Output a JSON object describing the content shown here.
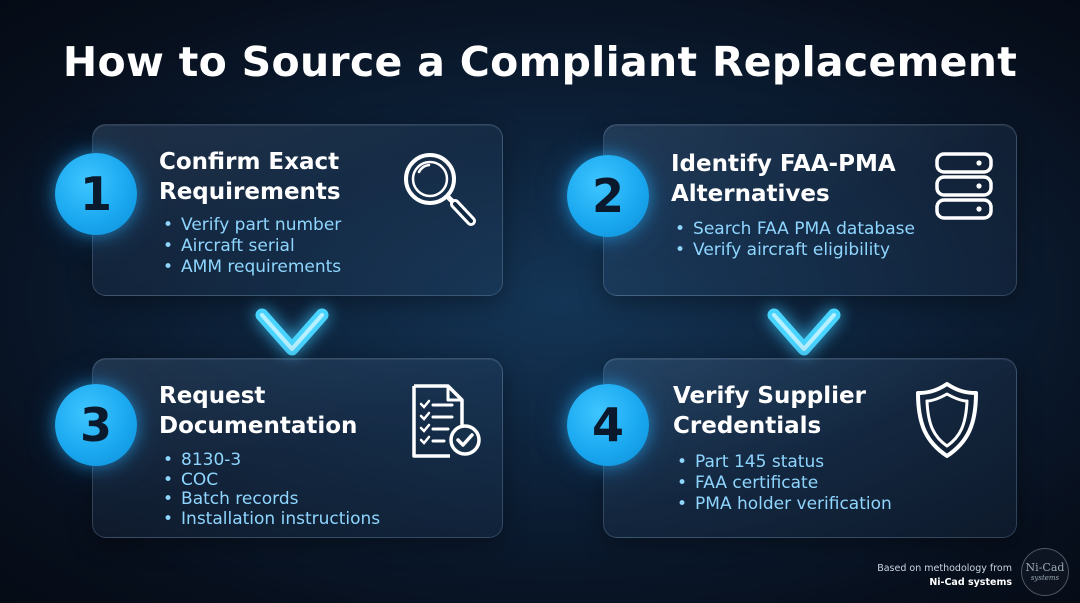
{
  "title": "How to Source a Compliant Replacement",
  "steps": [
    {
      "number": "1",
      "title_line1": "Confirm Exact",
      "title_line2": "Requirements",
      "icon": "magnifying-glass-icon",
      "bullets": [
        "Verify part number",
        "Aircraft serial",
        "AMM requirements"
      ]
    },
    {
      "number": "2",
      "title_line1": "Identify FAA-PMA",
      "title_line2": "Alternatives",
      "icon": "database-icon",
      "bullets": [
        "Search FAA PMA database",
        "Verify aircraft eligibility"
      ]
    },
    {
      "number": "3",
      "title_line1": "Request",
      "title_line2": "Documentation",
      "icon": "document-checklist-icon",
      "bullets": [
        "8130-3",
        "COC",
        "Batch records",
        "Installation instructions"
      ]
    },
    {
      "number": "4",
      "title_line1": "Verify Supplier",
      "title_line2": "Credentials",
      "icon": "shield-icon",
      "bullets": [
        "Part 145 status",
        "FAA certificate",
        "PMA holder verification"
      ]
    }
  ],
  "credit": {
    "line1": "Based on methodology from",
    "line2": "Ni-Cad systems"
  },
  "logo": {
    "line1": "Ni-Cad",
    "line2": "systems"
  },
  "colors": {
    "accent": "#1aa8f0",
    "bullet_text": "#8fd6ff",
    "background": "#0c1f36"
  }
}
